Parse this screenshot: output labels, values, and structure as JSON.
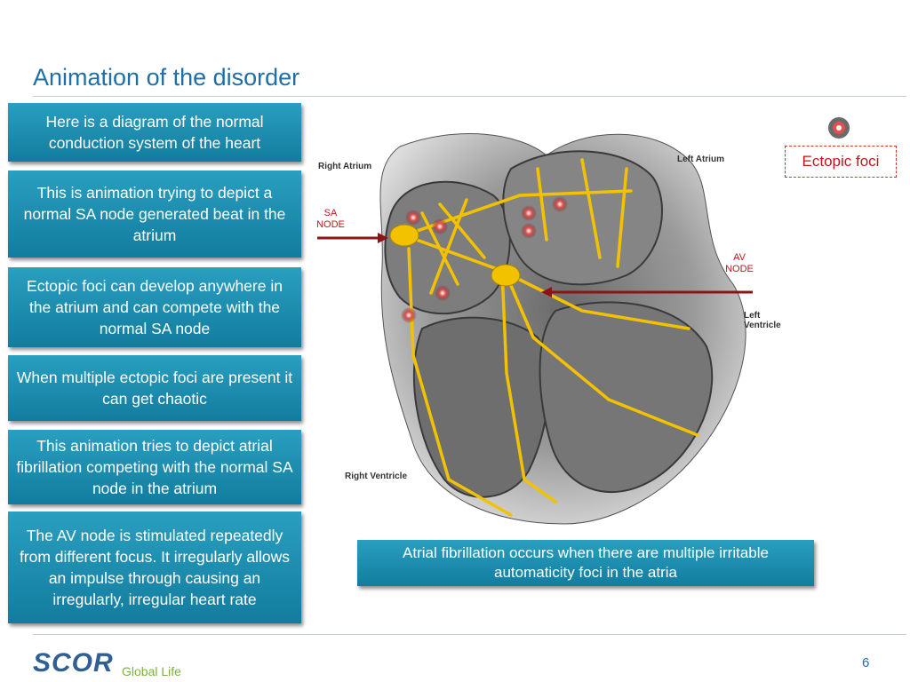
{
  "slide": {
    "title": "Animation of the disorder",
    "page_number": "6"
  },
  "boxes": [
    {
      "text": "Here is a diagram of the normal conduction system of the heart"
    },
    {
      "text": "This is animation trying to depict a normal SA node generated beat in the atrium"
    },
    {
      "text": "Ectopic foci can develop anywhere in the atrium and can compete with the normal SA node"
    },
    {
      "text": "When multiple ectopic foci are present it can get chaotic"
    },
    {
      "text": "This animation tries to depict atrial fibrillation competing with the normal SA node in the atrium"
    },
    {
      "text": "The AV node is stimulated repeatedly from different focus.  It irregularly allows an impulse through causing an irregularly, irregular heart rate"
    }
  ],
  "bottom_box": {
    "text": "Atrial fibrillation occurs when there are multiple irritable automaticity foci in the atria"
  },
  "legend": {
    "label": "Ectopic foci"
  },
  "diagram": {
    "labels": {
      "right_atrium": "Right Atrium",
      "left_atrium": "Left Atrium",
      "left_ventricle": "Left Ventricle",
      "right_ventricle": "Right Ventricle",
      "sa_node": [
        "SA",
        "NODE"
      ],
      "av_node": [
        "AV",
        "NODE"
      ]
    },
    "colors": {
      "conduction": "#f2c200",
      "arrow": "#8b1414",
      "muscle": "#8a8a8a"
    }
  },
  "logo": {
    "brand": "SCOR",
    "sub": "Global Life"
  }
}
